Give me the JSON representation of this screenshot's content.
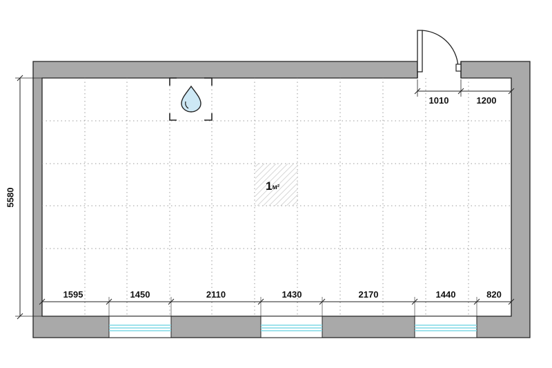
{
  "plan": {
    "wall_color": "#a9a9a9",
    "wall_stroke": "#222222",
    "grid_color": "#9a9a9a",
    "window_color": "#7fd8e6",
    "water_color": "#cde8f5",
    "height_dimension": "5580",
    "door_dimensions": [
      "1010",
      "1200"
    ],
    "bottom_dimensions": [
      "1595",
      "1450",
      "2110",
      "1430",
      "2170",
      "1440",
      "820"
    ],
    "scale_value": "1",
    "scale_unit": "м²",
    "icons": [
      "water-drop-icon",
      "door-swing-icon"
    ]
  }
}
